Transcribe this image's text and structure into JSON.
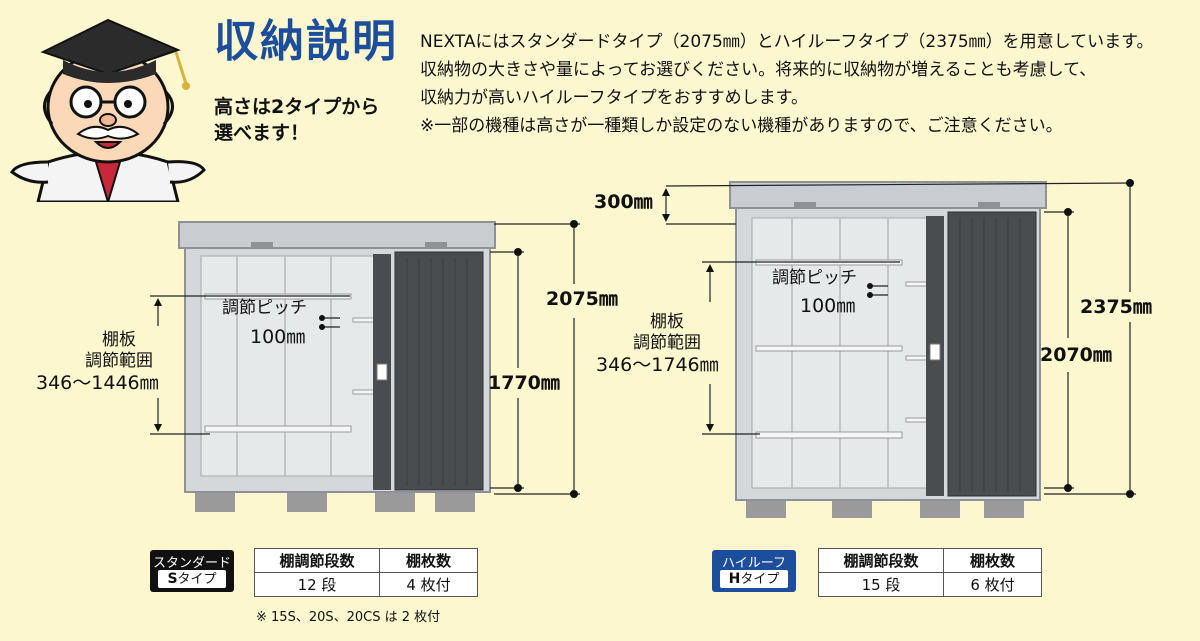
{
  "header": {
    "title": "収納説明",
    "subtitle_lines": [
      "高さは2タイプから",
      "選べます！"
    ],
    "description_lines": [
      "NEXTAにはスタンダードタイプ（2075㎜）とハイルーフタイプ（2375㎜）を用意しています。",
      "収納物の大きさや量によってお選びください。将来的に収納物が増えることも考慮して、",
      "収納力が高いハイルーフタイプをおすすめします。",
      "※一部の機種は高さが一種類しか設定のない機種がありますので、ご注意ください。"
    ]
  },
  "standard": {
    "badge_top": "スタンダード",
    "badge_bottom_letter": "S",
    "badge_bottom_suffix": "タイプ",
    "pitch_label": "調節ピッチ",
    "pitch_value": "100㎜",
    "shelf_range_lines": [
      "棚板",
      "調節範囲"
    ],
    "shelf_range_value": "346～1446㎜",
    "height_total": "2075㎜",
    "height_inner": "1770㎜",
    "table": {
      "headers": [
        "棚調節段数",
        "棚枚数"
      ],
      "values": [
        "12 段",
        "4 枚付"
      ]
    },
    "note": "※ 15S、20S、20CS は 2 枚付"
  },
  "highroof": {
    "badge_top": "ハイルーフ",
    "badge_bottom_letter": "H",
    "badge_bottom_suffix": "タイプ",
    "pitch_label": "調節ピッチ",
    "pitch_value": "100㎜",
    "shelf_range_lines": [
      "棚板",
      "調節範囲"
    ],
    "shelf_range_value": "346～1746㎜",
    "extra_height": "300㎜",
    "height_total": "2375㎜",
    "height_inner": "2070㎜",
    "table": {
      "headers": [
        "棚調節段数",
        "棚枚数"
      ],
      "values": [
        "15 段",
        "6 枚付"
      ]
    }
  },
  "colors": {
    "title_blue": "#1c4e9c",
    "background": "#fdf7cf",
    "shed_silver": "#d4d8db",
    "door_dark": "#4a4d50"
  },
  "icons": [
    "professor-mascot"
  ]
}
